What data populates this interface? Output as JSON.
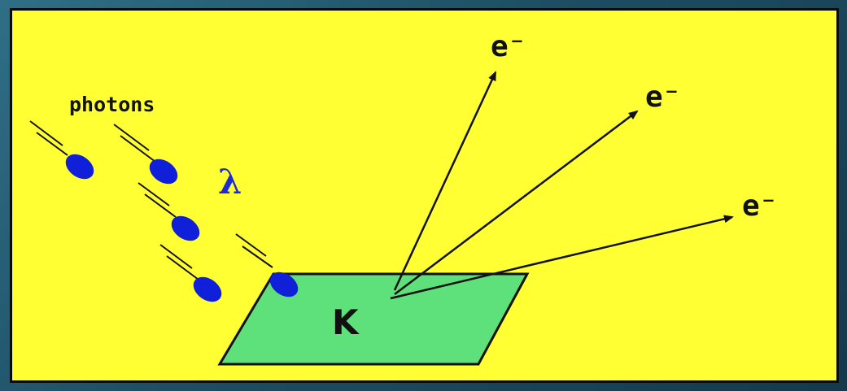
{
  "diagram": {
    "photons_label": "photons",
    "wavelength_symbol": "λ",
    "cathode_label": "K",
    "electron_labels": [
      "e⁻",
      "e⁻",
      "e⁻"
    ]
  },
  "colors": {
    "frame": "#1d4e63",
    "panel_background": "#ffff33",
    "photon": "#1020d8",
    "metal_plate": "#5ee07a",
    "lines": "#111111"
  }
}
